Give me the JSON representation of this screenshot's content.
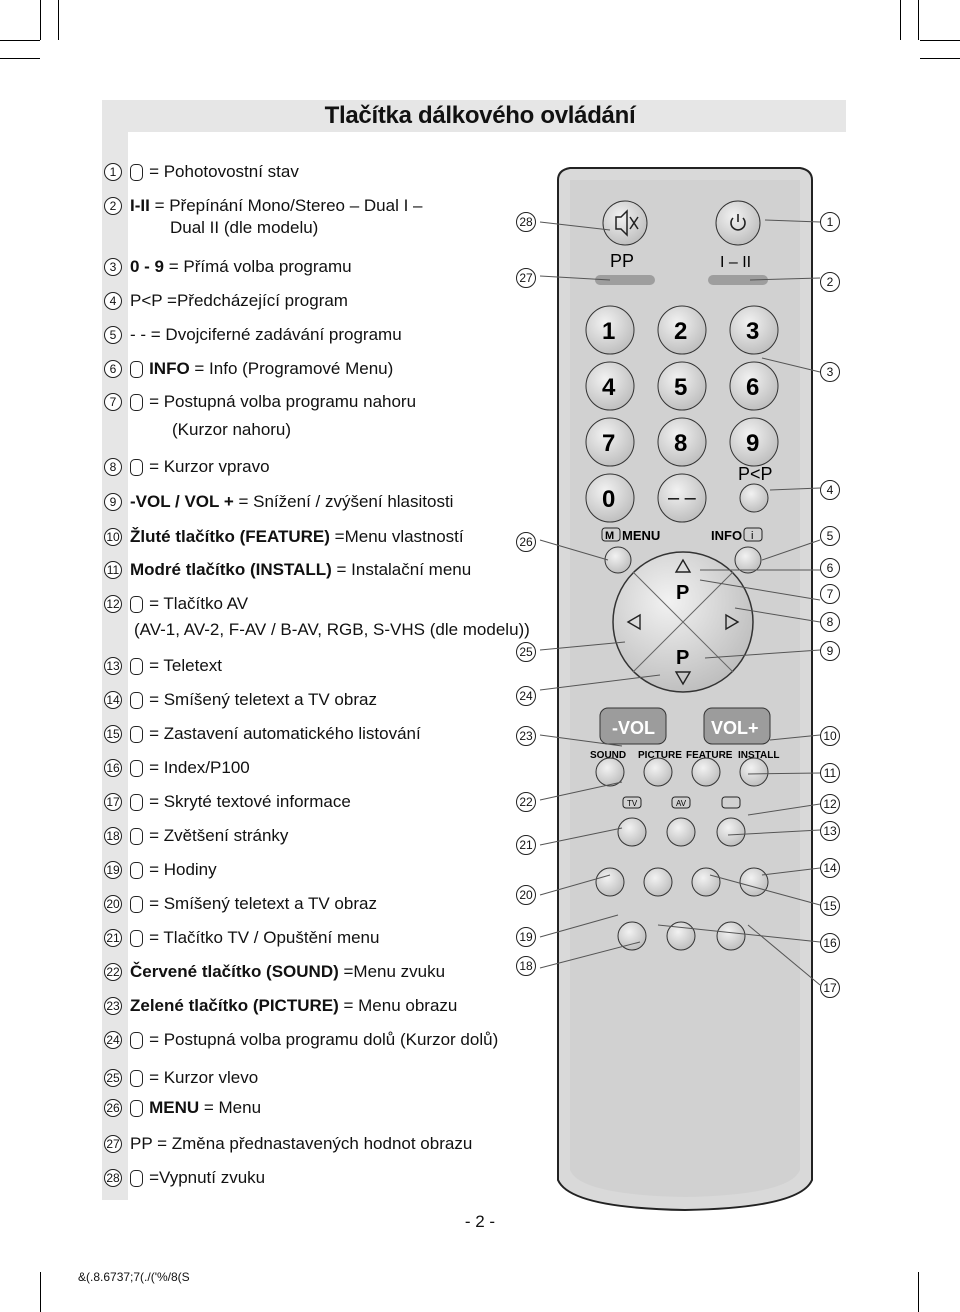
{
  "title": "Tlačítka dálkového ovládání",
  "legend": [
    {
      "n": "1",
      "text": "= Pohotovostní stav",
      "icon": "power-icon"
    },
    {
      "n": "2",
      "bold": "I-II",
      "text": " = Přepínání Mono/Stereo – Dual I –",
      "cont": "Dual II (dle modelu)"
    },
    {
      "n": "3",
      "bold": "0 - 9",
      "text": " = Přímá volba programu"
    },
    {
      "n": "4",
      "text": "P<P =Předcházející program"
    },
    {
      "n": "5",
      "text": "- - = Dvojciferné zadávání programu"
    },
    {
      "n": "6",
      "bold": "INFO",
      "text": " = Info (Programové Menu)",
      "icon": "info-icon"
    },
    {
      "n": "7",
      "text": "= Postupná volba programu nahoru",
      "cont": "(Kurzor nahoru)",
      "icon": "p-up-icon"
    },
    {
      "n": "8",
      "text": "= Kurzor vpravo",
      "icon": "right-arrow-icon"
    },
    {
      "n": "9",
      "bold": "-VOL / VOL +",
      "text": " = Snížení / zvýšení hlasitosti"
    },
    {
      "n": "10",
      "bold": "Žluté tlačítko (FEATURE)",
      "text": " =Menu vlastností"
    },
    {
      "n": "11",
      "bold": "Modré tlačítko (INSTALL)",
      "text": " = Instalační menu"
    },
    {
      "n": "12",
      "text": "= Tlačítko AV",
      "cont": "(AV-1, AV-2, F-AV / B-AV, RGB, S-VHS (dle modelu))",
      "icon": "av-icon"
    },
    {
      "n": "13",
      "text": "= Teletext",
      "icon": "teletext-icon"
    },
    {
      "n": "14",
      "text": "= Smíšený teletext a TV obraz",
      "icon": "mix-icon"
    },
    {
      "n": "15",
      "text": "= Zastavení automatického listování",
      "icon": "hold-icon"
    },
    {
      "n": "16",
      "text": "= Index/P100",
      "icon": "index-icon"
    },
    {
      "n": "17",
      "text": "= Skryté textové informace",
      "icon": "reveal-icon"
    },
    {
      "n": "18",
      "text": "= Zvětšení stránky",
      "icon": "size-icon"
    },
    {
      "n": "19",
      "text": "= Hodiny",
      "icon": "clock-icon"
    },
    {
      "n": "20",
      "text": "= Smíšený teletext a TV obraz",
      "icon": "mix2-icon"
    },
    {
      "n": "21",
      "text": "= Tlačítko TV / Opuštění menu",
      "icon": "tv-icon"
    },
    {
      "n": "22",
      "bold": "Červené tlačítko (SOUND)",
      "text": " =Menu zvuku"
    },
    {
      "n": "23",
      "bold": "Zelené tlačítko (PICTURE)",
      "text": " = Menu obrazu"
    },
    {
      "n": "24",
      "text": "= Postupná volba programu dolů (Kurzor dolů)",
      "icon": "p-down-icon"
    },
    {
      "n": "25",
      "text": "= Kurzor vlevo",
      "icon": "left-arrow-icon"
    },
    {
      "n": "26",
      "bold": "MENU",
      "text": " = Menu",
      "icon": "menu-icon"
    },
    {
      "n": "27",
      "text": "PP = Změna přednastavených hodnot obrazu"
    },
    {
      "n": "28",
      "text": "=Vypnutí zvuku",
      "icon": "mute-icon"
    }
  ],
  "remote": {
    "pp": "PP",
    "i_ii": "I – II",
    "digits": [
      "1",
      "2",
      "3",
      "4",
      "5",
      "6",
      "7",
      "8",
      "9",
      "0"
    ],
    "dash": "– –",
    "pp_prev": "P<P",
    "menu": "MENU",
    "menu_m": "M",
    "info": "INFO",
    "info_i": "i",
    "p": "P",
    "vol_minus": "-VOL",
    "vol_plus": "VOL+",
    "sound": "SOUND",
    "picture": "PICTURE",
    "feature": "FEATURE",
    "install": "INSTALL",
    "tv": "TV",
    "av": "AV",
    "callouts_left": [
      "28",
      "27",
      "26",
      "25",
      "24",
      "23",
      "22",
      "21",
      "20",
      "19",
      "18"
    ],
    "callouts_right": [
      "1",
      "2",
      "3",
      "4",
      "5",
      "6",
      "7",
      "8",
      "9",
      "10",
      "11",
      "12",
      "13",
      "14",
      "15",
      "16",
      "17"
    ]
  },
  "page_number": "- 2 -",
  "footer": "&(.8.6737;7(./('%/8(S"
}
